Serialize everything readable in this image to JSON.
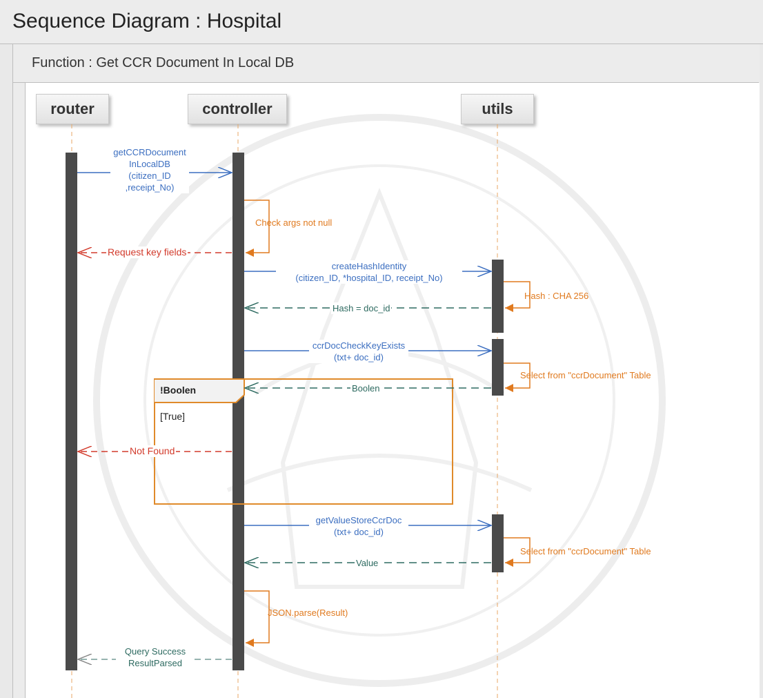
{
  "diagram_title": "Sequence Diagram : Hospital",
  "function_title": "Function : Get CCR Document In Local DB",
  "lifelines": {
    "router": "router",
    "controller": "controller",
    "utils": "utils"
  },
  "messages": {
    "m1_line1": "getCCRDocument",
    "m1_line2": "InLocalDB",
    "m1_line3": "(citizen_ID",
    "m1_line4": ",receipt_No)",
    "self1": "Check args not null",
    "r1": "Request key fields",
    "m2_line1": "createHashIdentity",
    "m2_line2": "(citizen_ID, *hospital_ID, receipt_No)",
    "self2": "Hash : CHA 256",
    "r2": "Hash = doc_id",
    "m3_line1": "ccrDocCheckKeyExists",
    "m3_line2": "(txt+ doc_id)",
    "self3": "Select from \"ccrDocument\" Table",
    "r3": "Boolen",
    "r4": "Not Found",
    "m4_line1": "getValueStoreCcrDoc",
    "m4_line2": "(txt+ doc_id)",
    "self4": "Select from \"ccrDocument\" Table",
    "r5": "Value",
    "self5": "JSON.parse(Result)",
    "r6_line1": "Query Success",
    "r6_line2": "ResultParsed"
  },
  "fragment": {
    "operator": "!Boolen",
    "guard": "[True]"
  },
  "colors": {
    "call": "#3b6ec0",
    "self": "#e07a1f",
    "error_return": "#d23a2b",
    "return": "#2d6a60",
    "activation": "#4a4a4a"
  }
}
